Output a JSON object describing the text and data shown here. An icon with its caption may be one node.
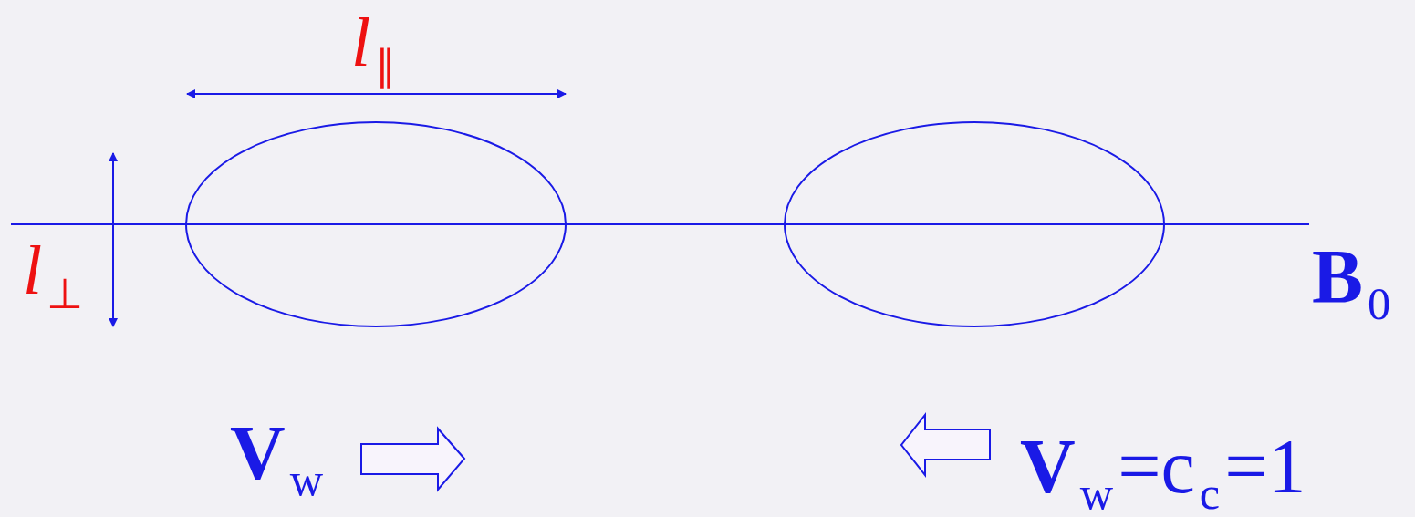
{
  "diagram": {
    "nodes": [
      {
        "text": [],
        "shape": "ellipse"
      },
      {
        "text": [],
        "shape": "ellipse"
      }
    ],
    "labels": [
      "*l*$_{∥}$",
      "*l*$_{⊥}$",
      "**B**$_{0}$",
      "**V**$_{w}$",
      "**V**$_{w}$=c$_{c}$=1"
    ]
  }
}
